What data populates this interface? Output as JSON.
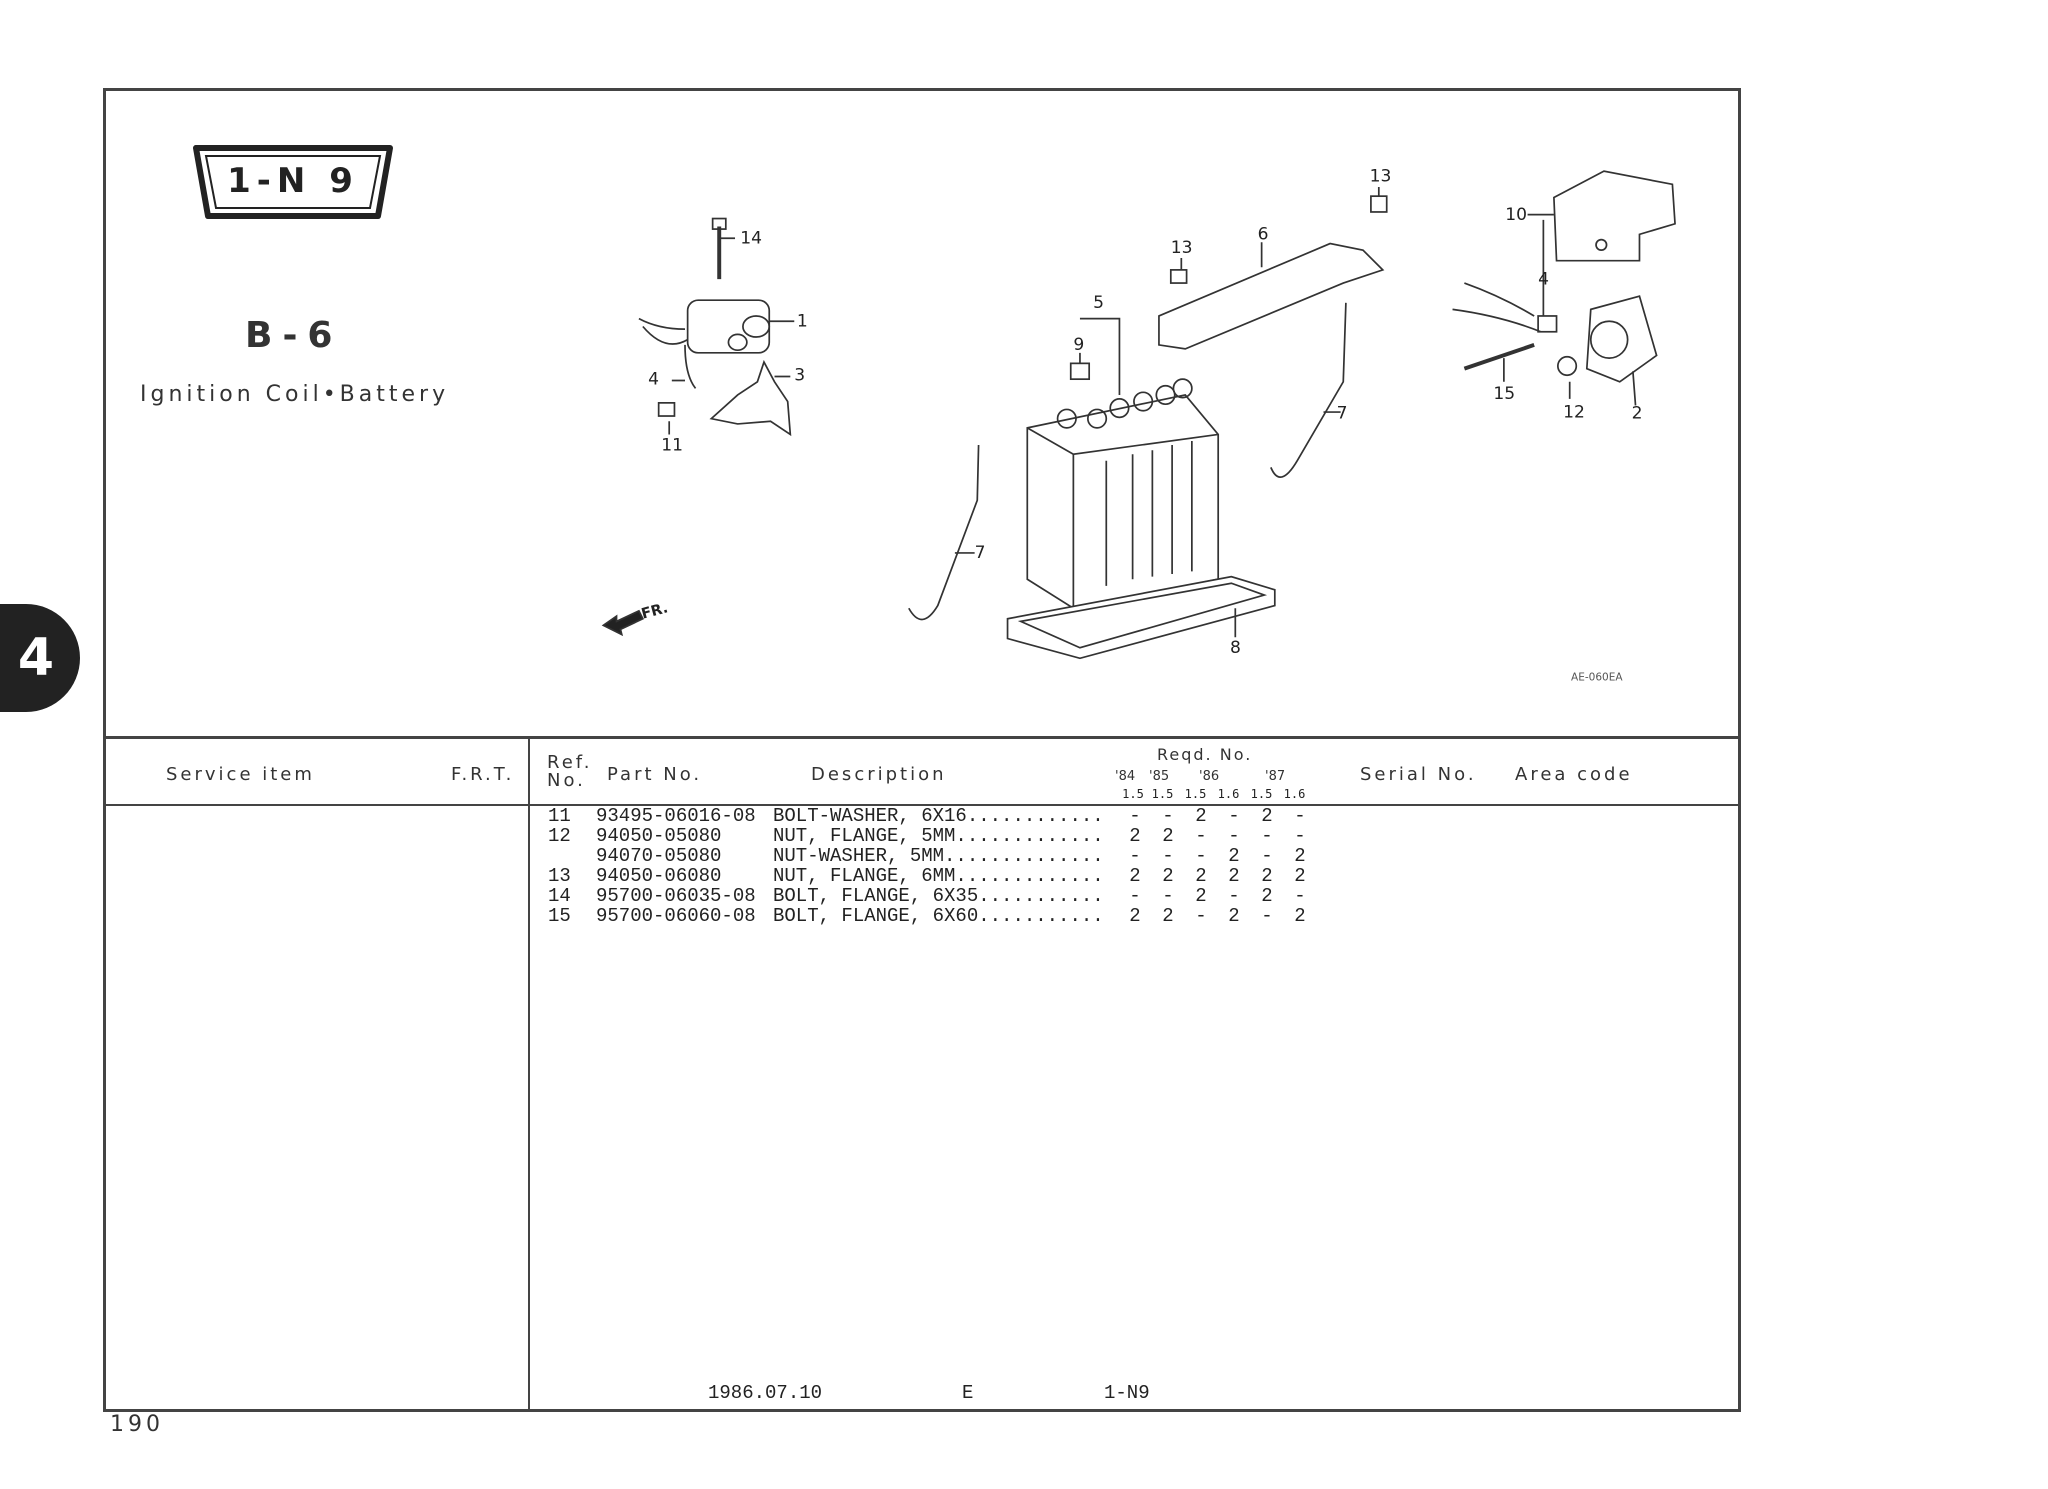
{
  "section_badge": "1-N 9",
  "group_code": "B-6",
  "title": "Ignition Coil•Battery",
  "chapter_tab": "4",
  "front_label": "FR.",
  "drawing_code": "AE-060EA",
  "callouts": [
    "1",
    "2",
    "3",
    "4",
    "4",
    "5",
    "6",
    "7",
    "7",
    "8",
    "9",
    "10",
    "11",
    "12",
    "13",
    "13",
    "14",
    "15"
  ],
  "table": {
    "headers": {
      "service_item": "Service item",
      "frt": "F.R.T.",
      "ref_no": "Ref.\nNo.",
      "ref_line1": "Ref.",
      "ref_line2": "No.",
      "part_no": "Part No.",
      "description": "Description",
      "reqd_no": "Reqd. No.",
      "years": [
        "'84",
        "'85",
        "'86",
        "'87"
      ],
      "variants": [
        "1.5",
        "1.5",
        "1.5",
        "1.6",
        "1.5",
        "1.6"
      ],
      "serial_no": "Serial No.",
      "area_code": "Area code"
    },
    "rows": [
      {
        "ref": "11",
        "part": "93495-06016-08",
        "desc": "BOLT-WASHER, 6X16............",
        "qty": [
          "-",
          "-",
          "2",
          "-",
          "2",
          "-"
        ]
      },
      {
        "ref": "12",
        "part": "94050-05080",
        "desc": "NUT, FLANGE, 5MM.............",
        "qty": [
          "2",
          "2",
          "-",
          "-",
          "-",
          "-"
        ]
      },
      {
        "ref": "",
        "part": "94070-05080",
        "desc": "NUT-WASHER, 5MM..............",
        "qty": [
          "-",
          "-",
          "-",
          "2",
          "-",
          "2"
        ]
      },
      {
        "ref": "13",
        "part": "94050-06080",
        "desc": "NUT, FLANGE, 6MM.............",
        "qty": [
          "2",
          "2",
          "2",
          "2",
          "2",
          "2"
        ]
      },
      {
        "ref": "14",
        "part": "95700-06035-08",
        "desc": "BOLT, FLANGE, 6X35...........",
        "qty": [
          "-",
          "-",
          "2",
          "-",
          "2",
          "-"
        ]
      },
      {
        "ref": "15",
        "part": "95700-06060-08",
        "desc": "BOLT, FLANGE, 6X60...........",
        "qty": [
          "2",
          "2",
          "-",
          "2",
          "-",
          "2"
        ]
      }
    ]
  },
  "footer": {
    "date": "1986.07.10",
    "edition": "E",
    "code": "1-N9"
  },
  "page_number": "190"
}
